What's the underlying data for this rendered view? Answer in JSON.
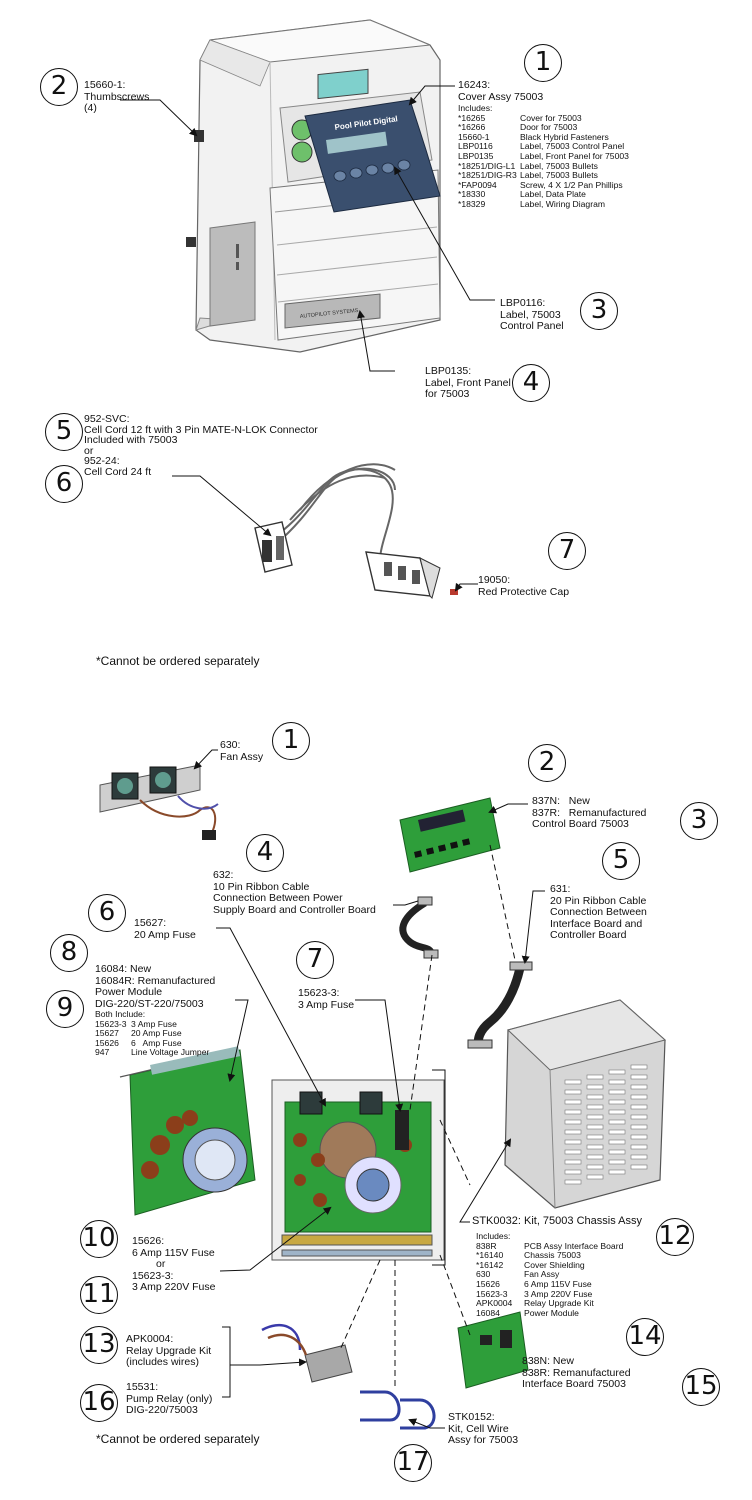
{
  "top": {
    "callouts": [
      "1",
      "2",
      "3",
      "4",
      "5",
      "6",
      "7"
    ],
    "thumbscrews": [
      "15660-1:",
      "Thumbscrews",
      "(4)"
    ],
    "cover": {
      "title": [
        "16243:",
        "Cover Assy 75003"
      ],
      "includes_label": "Includes:",
      "parts": [
        {
          "part": "*16265",
          "desc": "Cover for 75003"
        },
        {
          "part": "*16266",
          "desc": "Door for 75003"
        },
        {
          "part": "15660-1",
          "desc": "Black Hybrid Fasteners"
        },
        {
          "part": "LBP0116",
          "desc": "Label, 75003 Control Panel"
        },
        {
          "part": "LBP0135",
          "desc": "Label, Front Panel for 75003"
        },
        {
          "part": "*18251/DIG-L1",
          "desc": "Label, 75003 Bullets"
        },
        {
          "part": "*18251/DIG-R3",
          "desc": "Label, 75003 Bullets"
        },
        {
          "part": "*FAP0094",
          "desc": "Screw, 4 X 1/2 Pan Phillips"
        },
        {
          "part": "*18330",
          "desc": "Label, Data Plate"
        },
        {
          "part": "*18329",
          "desc": "Label, Wiring Diagram"
        }
      ]
    },
    "control_label": [
      "LBP0116:",
      "Label, 75003",
      "Control Panel"
    ],
    "front_label": [
      "LBP0135:",
      "Label, Front Panel",
      "for 75003"
    ],
    "cell_cord": [
      "952-SVC:",
      "Cell Cord 12 ft with 3 Pin MATE-N-LOK Connector",
      "Included with 75003",
      "or",
      "952-24:",
      "Cell Cord 24 ft"
    ],
    "red_cap": [
      "19050:",
      "Red Protective Cap"
    ],
    "panel_text": "Pool Pilot Digital",
    "brand_text": "AUTOPILOT SYSTEMS",
    "note": "*Cannot be ordered separately"
  },
  "bottom": {
    "callouts": [
      "1",
      "2",
      "3",
      "4",
      "5",
      "6",
      "7",
      "8",
      "9",
      "10",
      "11",
      "12",
      "13",
      "14",
      "15",
      "16",
      "17"
    ],
    "fan": [
      "630:",
      "Fan Assy"
    ],
    "control_board": [
      "837N:   New",
      "837R:   Remanufactured",
      "Control Board 75003"
    ],
    "ribbon10": [
      "632:",
      "10 Pin Ribbon Cable",
      "Connection Between Power",
      "Supply Board and Controller Board"
    ],
    "ribbon20": [
      "631:",
      "20 Pin Ribbon Cable",
      "Connection Between",
      "Interface Board and",
      "Controller Board"
    ],
    "fuse20": [
      "15627:",
      "20 Amp Fuse"
    ],
    "fuse3": [
      "15623-3:",
      "3 Amp Fuse"
    ],
    "power_module": {
      "title": [
        "16084: New",
        "16084R: Remanufactured",
        "Power Module",
        "DIG-220/ST-220/75003"
      ],
      "both_label": "Both Include:",
      "parts": [
        {
          "part": "15623-3",
          "desc": "3 Amp Fuse"
        },
        {
          "part": "15627",
          "desc": "20 Amp Fuse"
        },
        {
          "part": "15626",
          "desc": "6   Amp Fuse"
        },
        {
          "part": "947",
          "desc": "Line Voltage Jumper"
        }
      ]
    },
    "fuse_choice": [
      "15626:",
      "6 Amp 115V Fuse",
      "or",
      "15623-3:",
      "3 Amp 220V Fuse"
    ],
    "chassis": {
      "title": "STK0032: Kit, 75003 Chassis Assy",
      "includes_label": "Includes:",
      "parts": [
        {
          "part": "838R",
          "desc": "PCB Assy Interface Board"
        },
        {
          "part": "*16140",
          "desc": "Chassis 75003"
        },
        {
          "part": "*16142",
          "desc": "Cover Shielding"
        },
        {
          "part": "630",
          "desc": "Fan Assy"
        },
        {
          "part": "15626",
          "desc": "6 Amp 115V Fuse"
        },
        {
          "part": "15623-3",
          "desc": "3 Amp 220V Fuse"
        },
        {
          "part": "APK0004",
          "desc": "Relay Upgrade Kit"
        },
        {
          "part": "16084",
          "desc": "Power Module"
        }
      ]
    },
    "relay_kit": [
      "APK0004:",
      "Relay Upgrade Kit",
      "(includes wires)"
    ],
    "pump_relay": [
      "15531:",
      "Pump Relay (only)",
      "DIG-220/75003"
    ],
    "interface_board": [
      "838N: New",
      "838R: Remanufactured",
      "Interface Board 75003"
    ],
    "cell_wire": [
      "STK0152:",
      "Kit, Cell Wire",
      "Assy for 75003"
    ],
    "note": "*Cannot be ordered separately"
  },
  "colors": {
    "line": "#111111",
    "board": "#2e9e3a",
    "panel": "#3a4f6e",
    "copper": "#9a4e1e",
    "chassis": "#d6d6d6"
  }
}
